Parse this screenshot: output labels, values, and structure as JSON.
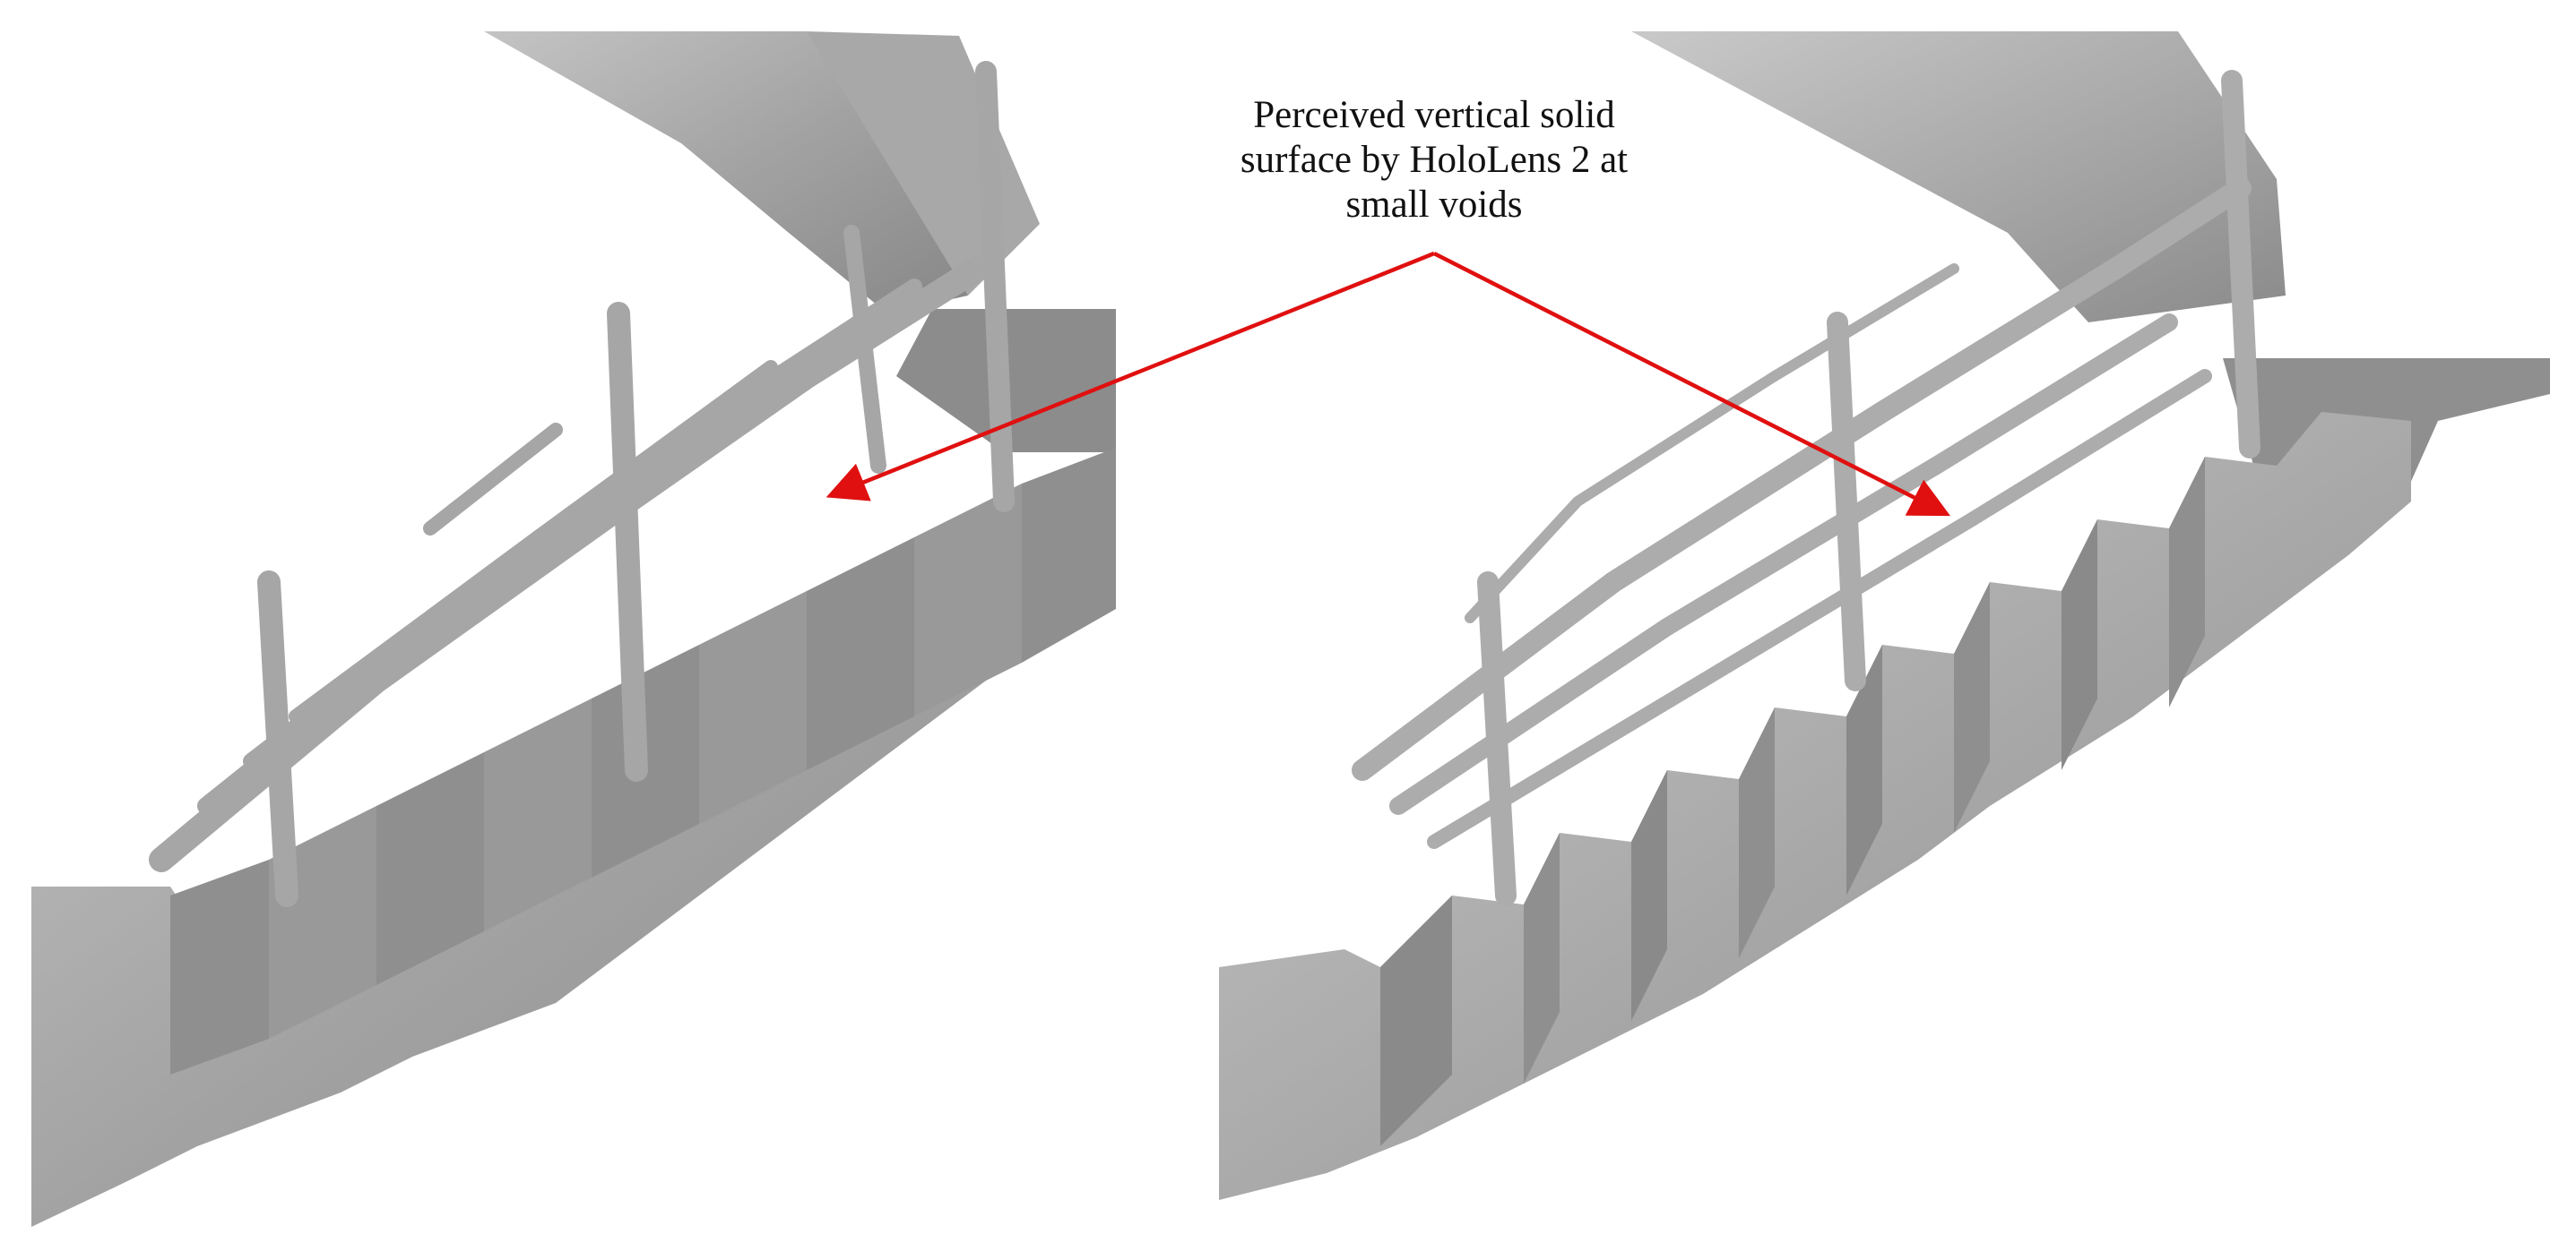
{
  "annotation": {
    "lines": [
      "Perceived vertical solid",
      "surface by HoloLens 2 at",
      "small voids"
    ]
  },
  "colors": {
    "background": "#ffffff",
    "mesh_light": "#b9b9b9",
    "mesh_mid": "#9c9c9c",
    "mesh_dark": "#7d7d7d",
    "arrow": "#e01010",
    "text": "#111111"
  }
}
